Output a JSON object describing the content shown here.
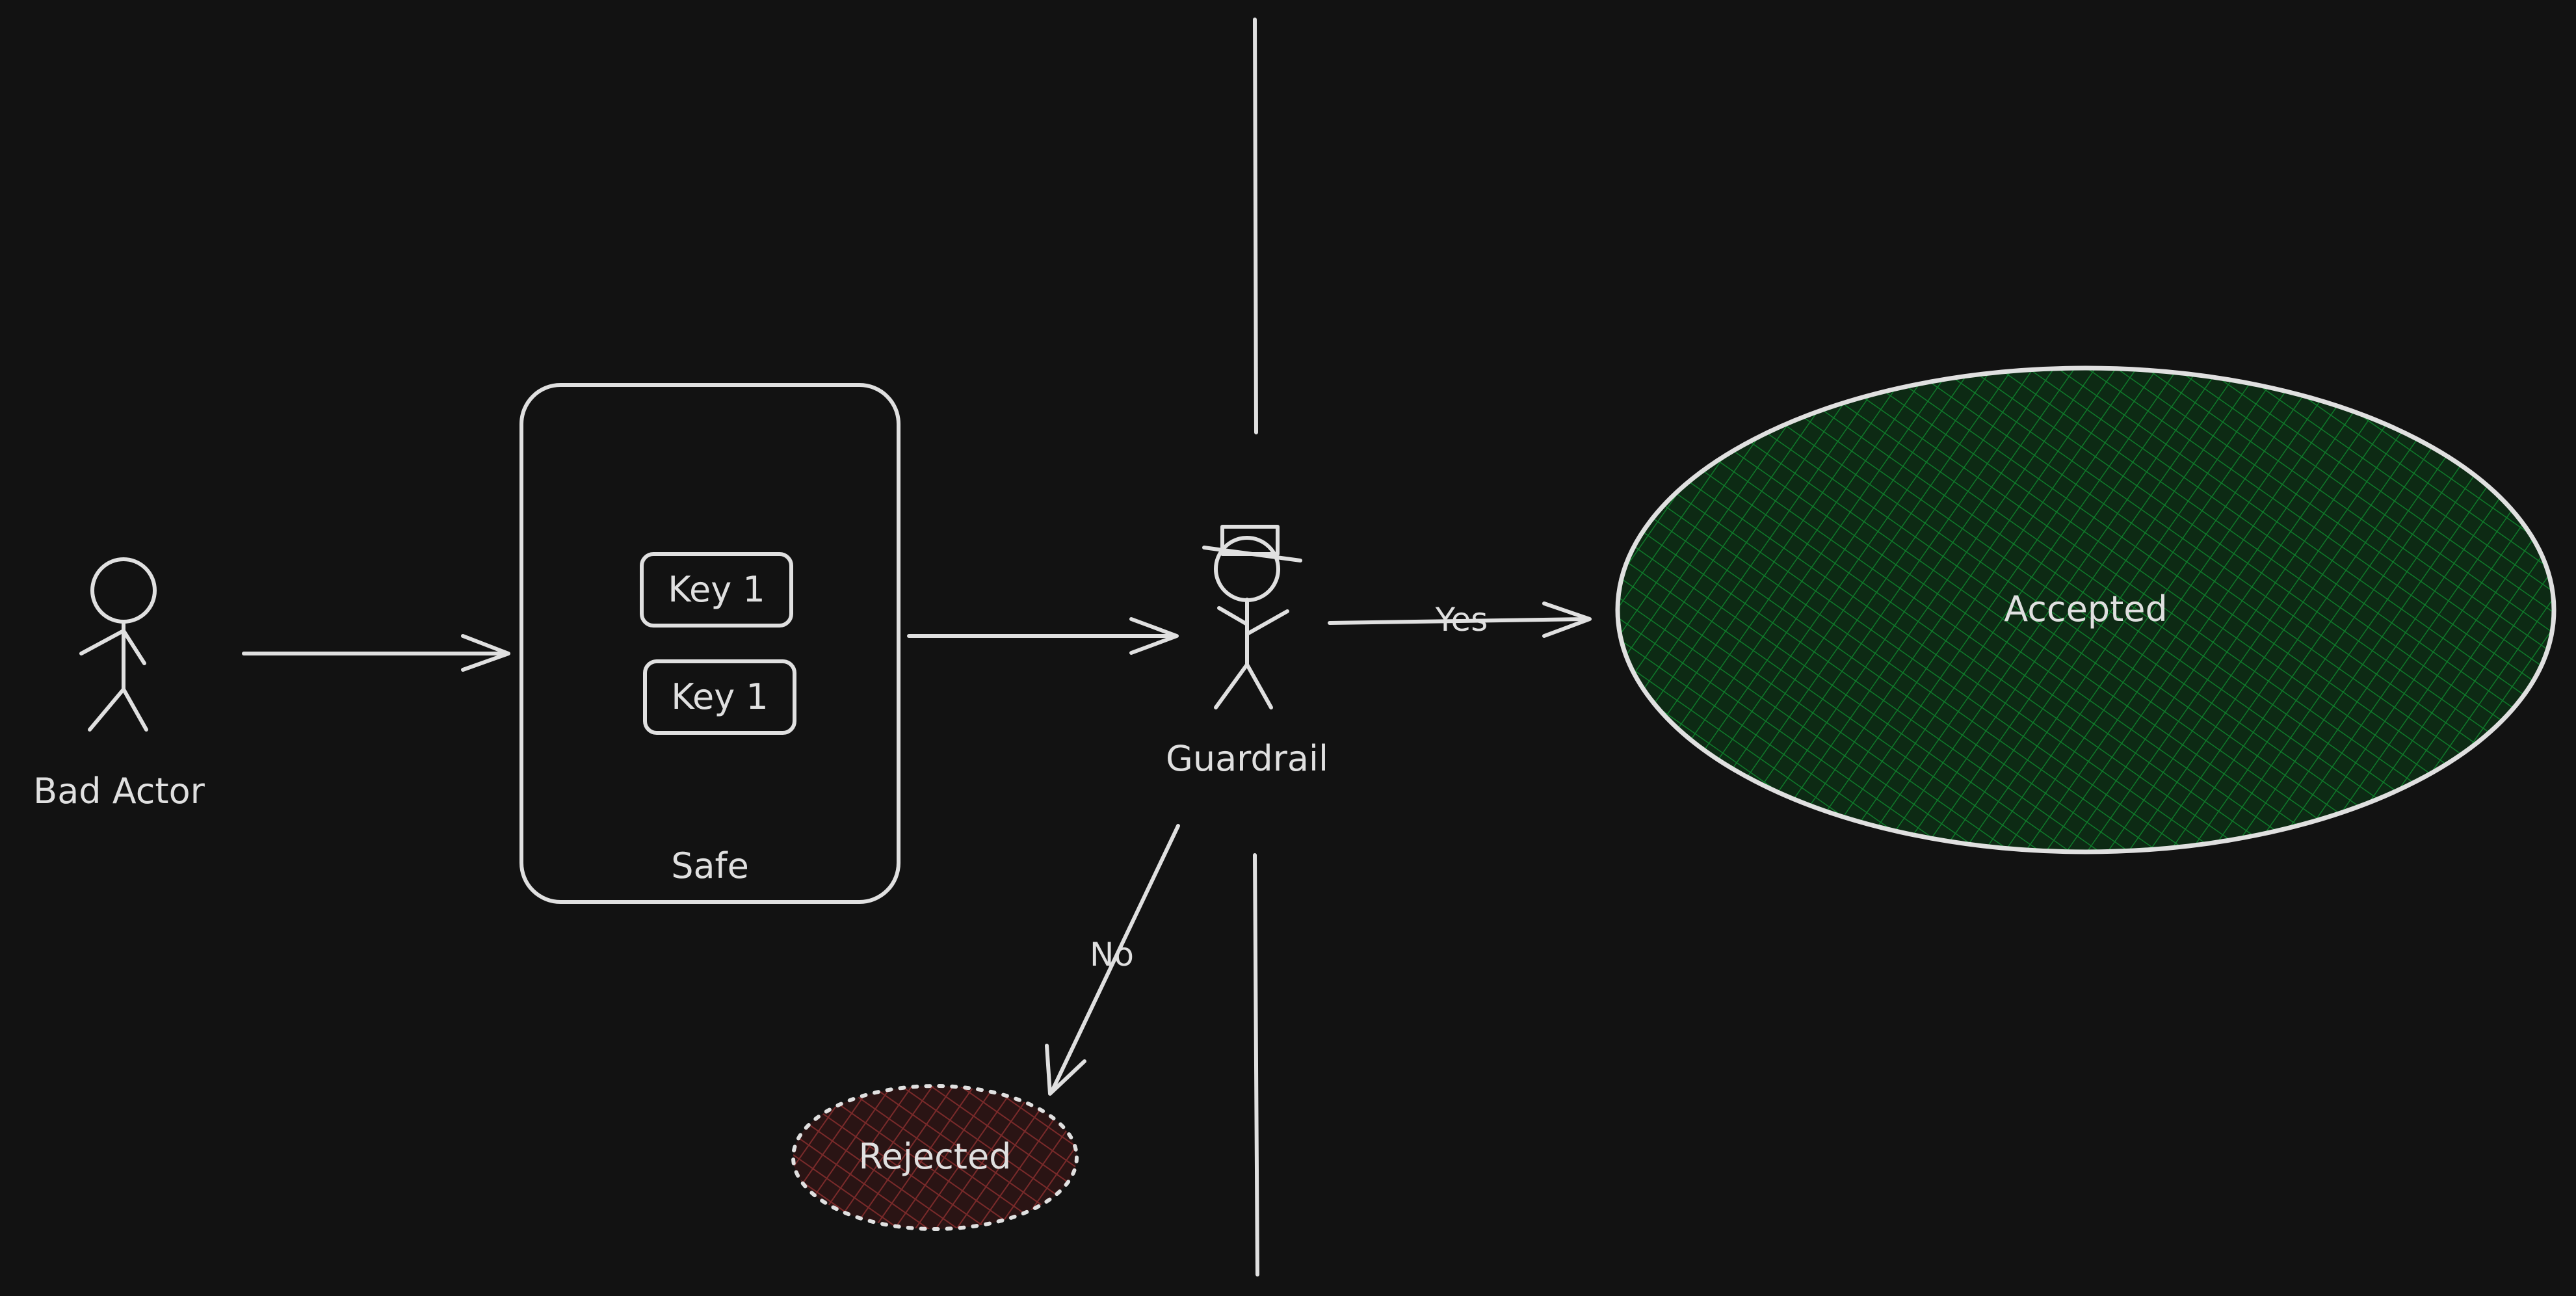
{
  "diagram": {
    "labels": {
      "bad_actor": "Bad Actor",
      "safe": "Safe",
      "key_a": "Key 1",
      "key_b": "Key 1",
      "guardrail": "Guardrail",
      "yes": "Yes",
      "no": "No",
      "accepted": "Accepted",
      "rejected": "Rejected"
    },
    "colors": {
      "background": "#121212",
      "stroke": "#e0e0e0",
      "accepted_hatch": "#0f7a2a",
      "rejected_hatch": "#7a2a2a"
    },
    "icons": {
      "bad_actor": "stick-figure-icon",
      "guardrail": "stick-figure-with-hat-icon"
    }
  }
}
